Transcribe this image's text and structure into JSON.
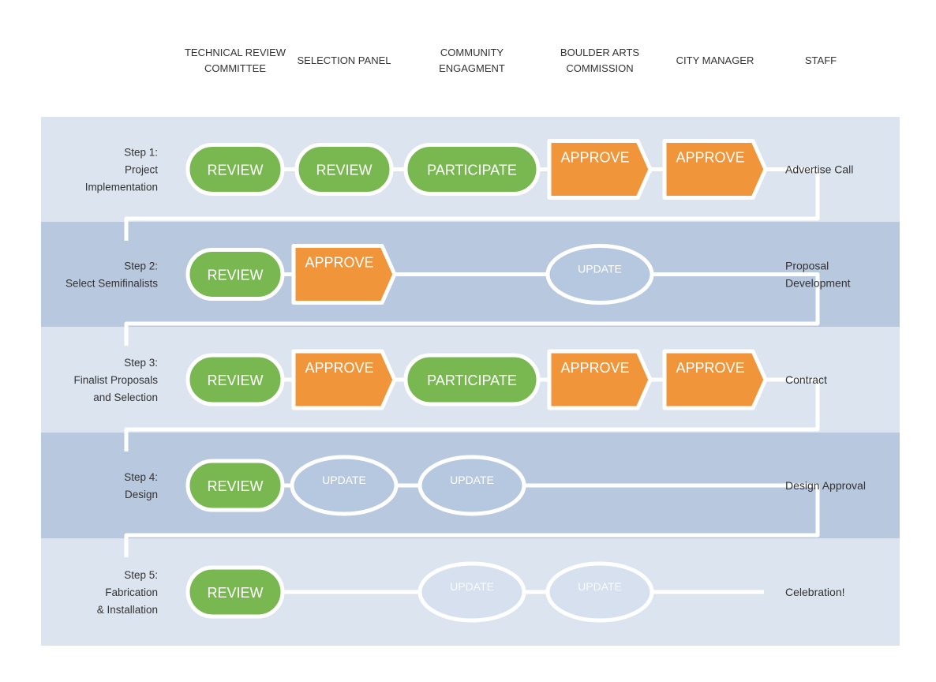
{
  "colors": {
    "row_light": "#dce4ef",
    "row_dark": "#b8c8de",
    "green": "#79b851",
    "orange": "#f0953a",
    "update_fill": "#b6c7e0",
    "update_fill_faint": "#d6e0ee",
    "connector": "#ffffff",
    "text": "#333333"
  },
  "columns": [
    {
      "key": "technical-review-committee",
      "lines": [
        "TECHNICAL REVIEW",
        "COMMITTEE"
      ]
    },
    {
      "key": "selection-panel",
      "lines": [
        "SELECTION PANEL"
      ]
    },
    {
      "key": "community-engagment",
      "lines": [
        "COMMUNITY",
        "ENGAGMENT"
      ]
    },
    {
      "key": "boulder-arts-commission",
      "lines": [
        "BOULDER ARTS",
        "COMMISSION"
      ]
    },
    {
      "key": "city-manager",
      "lines": [
        "CITY MANAGER"
      ]
    },
    {
      "key": "staff",
      "lines": [
        "STAFF"
      ]
    }
  ],
  "steps": [
    {
      "key": "step-1",
      "label_lines": [
        "Step 1:",
        "Project",
        "Implementation"
      ],
      "outcome_lines": [
        "Advertise Call"
      ],
      "nodes": [
        {
          "col": 0,
          "type": "review",
          "text": "REVIEW"
        },
        {
          "col": 1,
          "type": "review",
          "text": "REVIEW"
        },
        {
          "col": 2,
          "type": "participate",
          "text": "PARTICIPATE"
        },
        {
          "col": 3,
          "type": "approve",
          "text": "APPROVE"
        },
        {
          "col": 4,
          "type": "approve",
          "text": "APPROVE"
        }
      ]
    },
    {
      "key": "step-2",
      "label_lines": [
        "Step 2:",
        "Select Semifinalists"
      ],
      "outcome_lines": [
        "Proposal",
        "Development"
      ],
      "nodes": [
        {
          "col": 0,
          "type": "review",
          "text": "REVIEW"
        },
        {
          "col": 1,
          "type": "approve",
          "text": "APPROVE"
        },
        {
          "col": 3,
          "type": "update",
          "text": "UPDATE"
        }
      ]
    },
    {
      "key": "step-3",
      "label_lines": [
        "Step 3:",
        "Finalist Proposals",
        "and Selection"
      ],
      "outcome_lines": [
        "Contract"
      ],
      "nodes": [
        {
          "col": 0,
          "type": "review",
          "text": "REVIEW"
        },
        {
          "col": 1,
          "type": "approve",
          "text": "APPROVE"
        },
        {
          "col": 2,
          "type": "participate",
          "text": "PARTICIPATE"
        },
        {
          "col": 3,
          "type": "approve",
          "text": "APPROVE"
        },
        {
          "col": 4,
          "type": "approve",
          "text": "APPROVE"
        }
      ]
    },
    {
      "key": "step-4",
      "label_lines": [
        "Step 4:",
        "Design"
      ],
      "outcome_lines": [
        "Design Approval"
      ],
      "nodes": [
        {
          "col": 0,
          "type": "review",
          "text": "REVIEW"
        },
        {
          "col": 1,
          "type": "update",
          "text": "UPDATE"
        },
        {
          "col": 2,
          "type": "update",
          "text": "UPDATE"
        }
      ]
    },
    {
      "key": "step-5",
      "label_lines": [
        "Step 5:",
        "Fabrication",
        "& Installation"
      ],
      "outcome_lines": [
        "Celebration!"
      ],
      "nodes": [
        {
          "col": 0,
          "type": "review",
          "text": "REVIEW"
        },
        {
          "col": 2,
          "type": "update-faint",
          "text": "UPDATE"
        },
        {
          "col": 3,
          "type": "update-faint",
          "text": "UPDATE"
        }
      ]
    }
  ]
}
